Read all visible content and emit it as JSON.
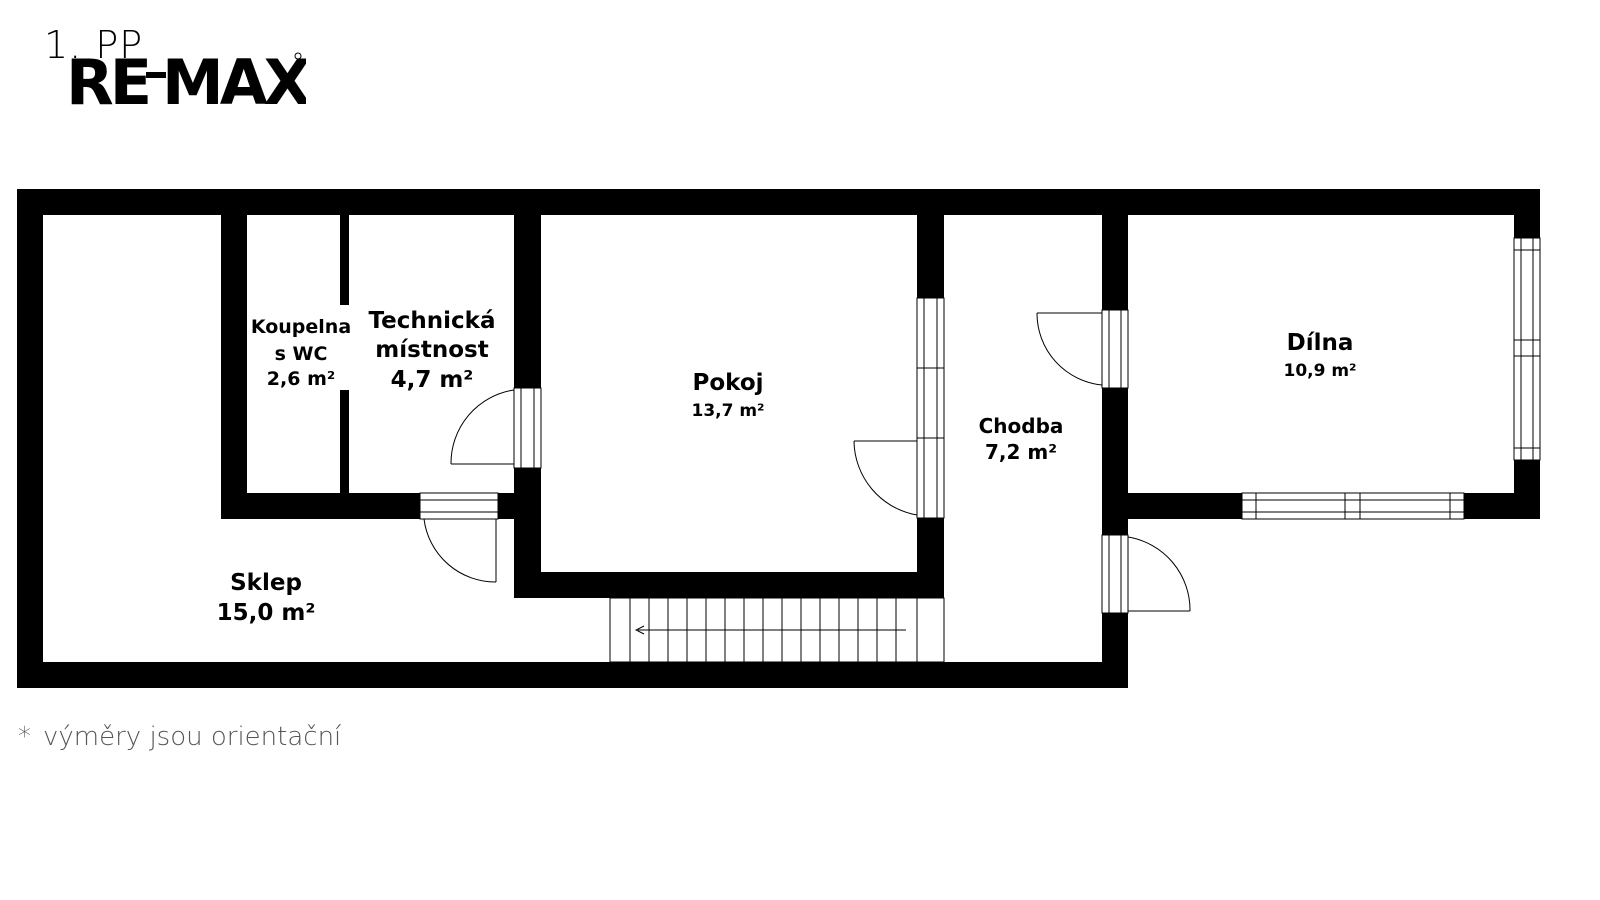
{
  "floor_label": "1. PP",
  "logo": {
    "text": "RE/MAX",
    "color": "#000000"
  },
  "rooms": [
    {
      "id": "koupelna",
      "name_lines": [
        "Koupelna",
        "s WC"
      ],
      "area": "2,6 m²"
    },
    {
      "id": "technicka",
      "name_lines": [
        "Technická",
        "místnost"
      ],
      "area": "4,7 m²"
    },
    {
      "id": "pokoj",
      "name_lines": [
        "Pokoj"
      ],
      "area": "13,7 m²"
    },
    {
      "id": "chodba",
      "name_lines": [
        "Chodba"
      ],
      "area": "7,2 m²"
    },
    {
      "id": "dilna",
      "name_lines": [
        "Dílna"
      ],
      "area": "10,9 m²"
    },
    {
      "id": "sklep",
      "name_lines": [
        "Sklep"
      ],
      "area": "15,0 m²"
    }
  ],
  "footnote": {
    "star": "*",
    "text": "výměry jsou orientační"
  },
  "colors": {
    "wall": "#000000",
    "door_line": "#000000",
    "window": "#000000"
  }
}
